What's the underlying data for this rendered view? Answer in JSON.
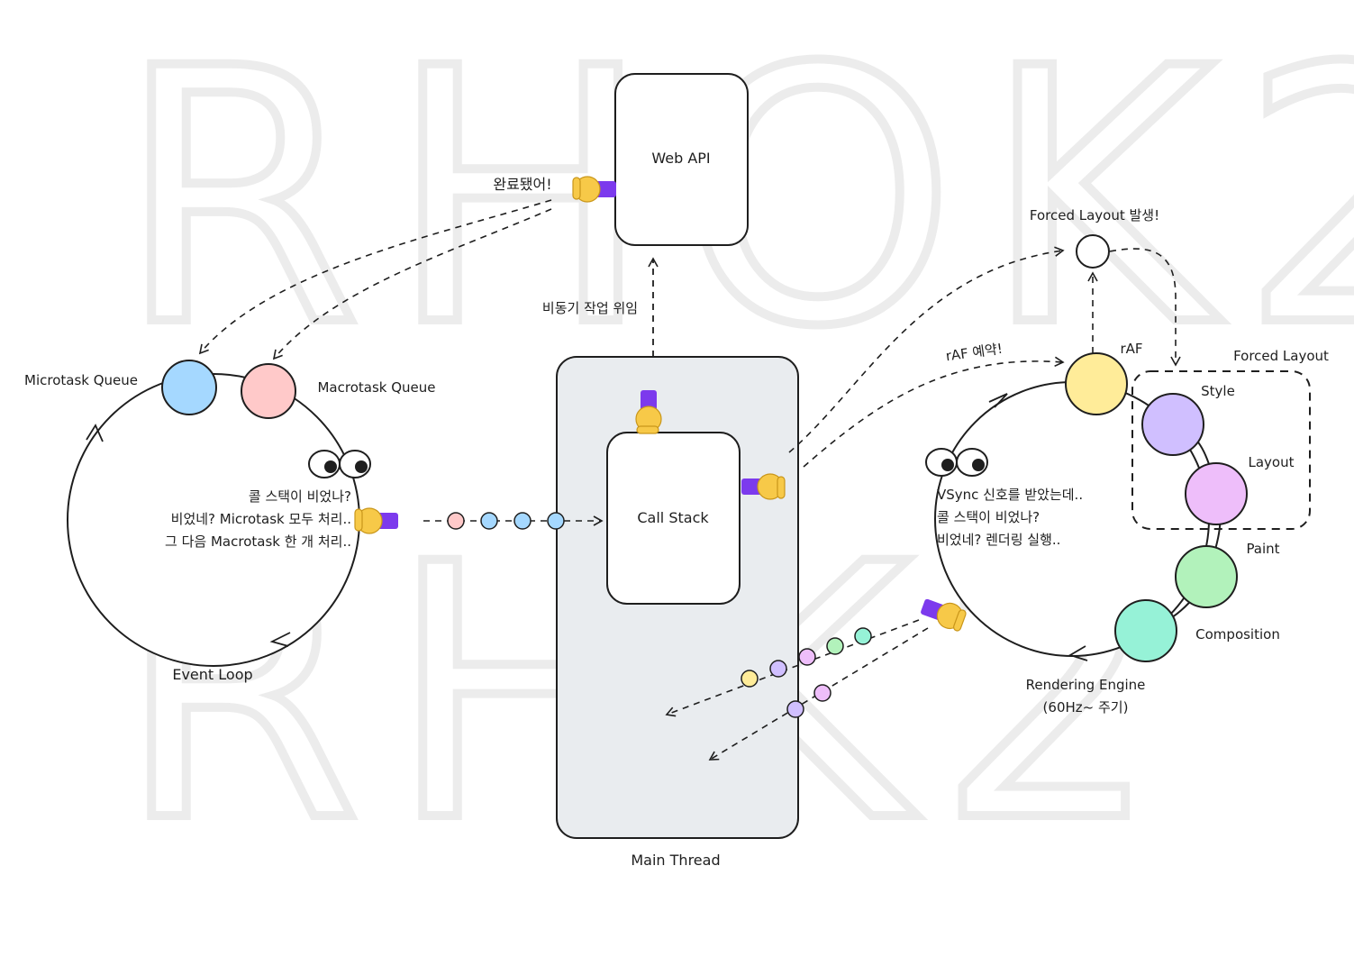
{
  "watermark": {
    "text": "RHOK2",
    "text2": "RHK2"
  },
  "web_api": {
    "label": "Web API",
    "done_speech": "완료됐어!"
  },
  "main_thread": {
    "label": "Main Thread",
    "call_stack_label": "Call Stack",
    "delegate_label": "비동기 작업 위임"
  },
  "event_loop": {
    "label": "Event Loop",
    "microtask_queue": "Microtask Queue",
    "macrotask_queue": "Macrotask Queue",
    "thought": [
      "콜 스택이 비었나?",
      "비었네? Microtask 모두 처리..",
      "그 다음 Macrotask 한 개 처리.."
    ]
  },
  "rendering_engine": {
    "label_line1": "Rendering Engine",
    "label_line2": "(60Hz~ 주기)",
    "raf_label": "rAF",
    "raf_reserve": "rAF 예약!",
    "forced_layout_occurs": "Forced Layout 발생!",
    "forced_layout_box": "Forced Layout",
    "stages": [
      "Style",
      "Layout",
      "Paint",
      "Composition"
    ],
    "thought": [
      "VSync 신호를 받았는데..",
      "콜 스택이 비었나?",
      "비었네? 렌더링 실행.."
    ]
  },
  "colors": {
    "microtask": "#a5d8ff",
    "macrotask": "#ffc9c9",
    "raf": "#ffec99",
    "style": "#d0bfff",
    "layout": "#eebefa",
    "paint": "#b2f2bb",
    "composition": "#96f2d7",
    "main_thread_fill": "#e9ecef",
    "arm": "#7c3aed",
    "hand": "#f7c948"
  }
}
